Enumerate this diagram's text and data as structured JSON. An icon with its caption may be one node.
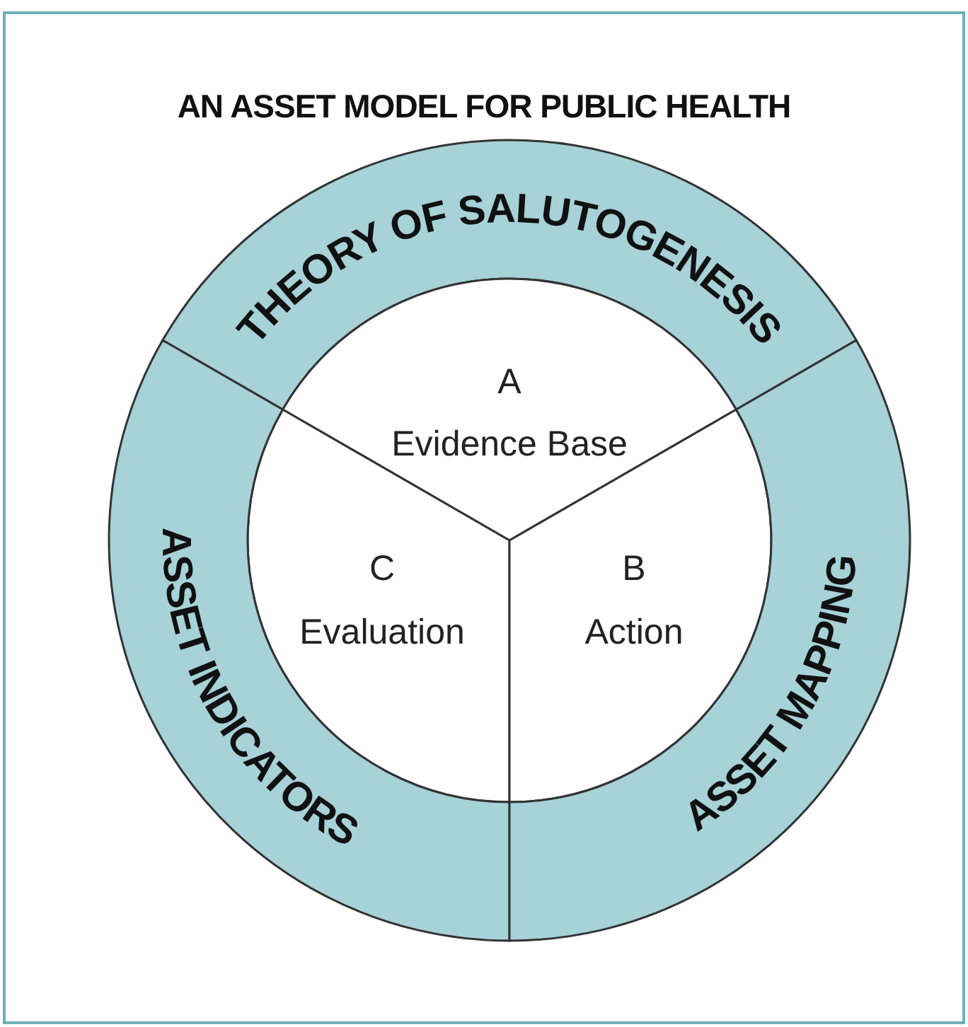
{
  "diagram": {
    "title": "AN ASSET MODEL FOR PUBLIC HEALTH",
    "nodes": [
      {
        "text": [
          "THEORY OF SALUTOGENESIS"
        ]
      },
      {
        "text": [
          "A",
          "Evidence Base"
        ]
      },
      {
        "text": [
          "C",
          "Evaluation"
        ]
      },
      {
        "text": [
          "B",
          "Action"
        ]
      },
      {
        "text": [
          "ASSET INDICATORS"
        ]
      },
      {
        "text": [
          "ASSET MAPPING"
        ]
      }
    ],
    "edges": []
  }
}
